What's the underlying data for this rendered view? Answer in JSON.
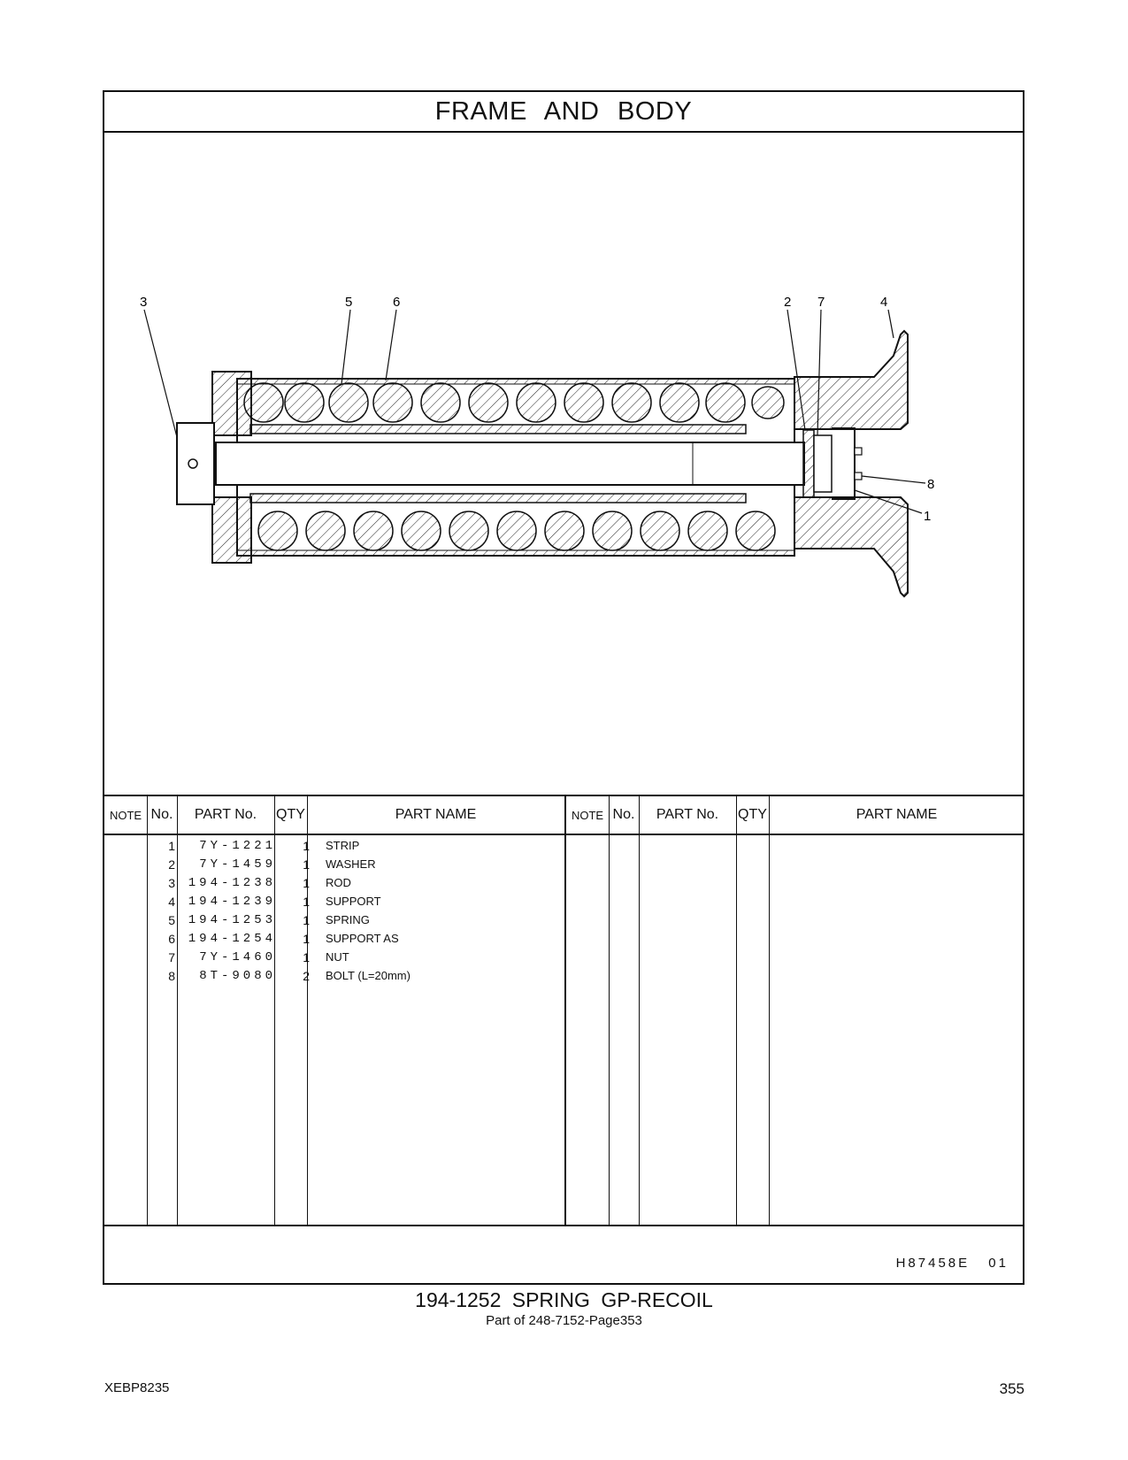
{
  "title": "FRAME AND BODY",
  "callouts": [
    "3",
    "5",
    "6",
    "2",
    "7",
    "4",
    "8",
    "1"
  ],
  "table": {
    "headers": {
      "note": "NOTE",
      "no": "No.",
      "part_no": "PART No.",
      "qty": "QTY",
      "part_name": "PART NAME"
    },
    "rows": [
      {
        "no": "1",
        "part_no": "7Y-1221",
        "qty": "1",
        "name": "STRIP"
      },
      {
        "no": "2",
        "part_no": "7Y-1459",
        "qty": "1",
        "name": "WASHER"
      },
      {
        "no": "3",
        "part_no": "194-1238",
        "qty": "1",
        "name": "ROD"
      },
      {
        "no": "4",
        "part_no": "194-1239",
        "qty": "1",
        "name": "SUPPORT"
      },
      {
        "no": "5",
        "part_no": "194-1253",
        "qty": "1",
        "name": "SPRING"
      },
      {
        "no": "6",
        "part_no": "194-1254",
        "qty": "1",
        "name": "SUPPORT AS"
      },
      {
        "no": "7",
        "part_no": "7Y-1460",
        "qty": "1",
        "name": "NUT"
      },
      {
        "no": "8",
        "part_no": "8T-9080",
        "qty": "2",
        "name": "BOLT (L=20mm)"
      }
    ]
  },
  "drawing_code": "H87458E 01",
  "caption": {
    "main": "194-1252 SPRING GP-RECOIL",
    "sub": "Part of 248-7152-Page353"
  },
  "footer": {
    "doc_id": "XEBP8235",
    "page": "355"
  }
}
